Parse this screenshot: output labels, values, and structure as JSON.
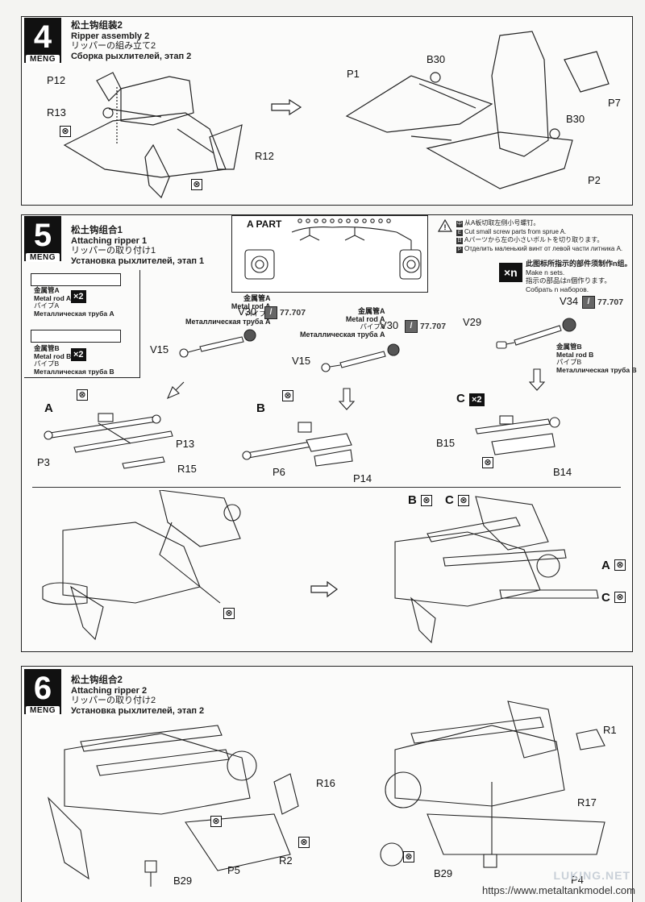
{
  "step4": {
    "number": "4",
    "brand": "MENG",
    "title_cn": "松土钩组装2",
    "title_en": "Ripper assembly 2",
    "title_jp": "リッパーの組み立て2",
    "title_ru": "Сборка рыхлителей, этап 2",
    "labels": [
      "P12",
      "R13",
      "R12",
      "B30",
      "P1",
      "P7",
      "B30",
      "P2"
    ]
  },
  "step5": {
    "number": "5",
    "brand": "MENG",
    "title_cn": "松土钩组合1",
    "title_en": "Attaching ripper 1",
    "title_jp": "リッパーの取り付け1",
    "title_ru": "Установка рыхлителей, этап 1",
    "apart_label": "A PART",
    "notice": [
      "从A板切取左侧小号螺钉。",
      "Cut small screw parts from sprue A.",
      "Aパーツから左の小さいボルトを切り取ります。",
      "Отделить маленький винт от левой части литника A."
    ],
    "make_n": {
      "badge": "×n",
      "lines": [
        "此图标所指示的部件须制作n组。",
        "Make n sets.",
        "指示の部品はn個作ります。",
        "Собрать n наборов."
      ]
    },
    "rod_a": {
      "cn": "金属管A",
      "en": "Metal rod A",
      "jp": "パイプA",
      "ru": "Металлическая труба A",
      "count": "×2"
    },
    "rod_b": {
      "cn": "金属管B",
      "en": "Metal rod B",
      "jp": "パイプB",
      "ru": "Металлическая труба B",
      "count": "×2"
    },
    "paint_code": "77.707",
    "labels": {
      "v30a": "V30",
      "v15a": "V15",
      "v30b": "V30",
      "v15b": "V15",
      "v34": "V34",
      "v29": "V29",
      "A": "A",
      "B": "B",
      "C": "C",
      "cx2": "×2",
      "p3": "P3",
      "p13": "P13",
      "r15": "R15",
      "p6": "P6",
      "p14": "P14",
      "b15": "B15",
      "b14": "B14",
      "attach_b": "B",
      "attach_c1": "C",
      "attach_a": "A",
      "attach_c2": "C"
    }
  },
  "step6": {
    "number": "6",
    "brand": "MENG",
    "title_cn": "松土钩组合2",
    "title_en": "Attaching ripper 2",
    "title_jp": "リッパーの取り付け2",
    "title_ru": "Установка рыхлителей, этап 2",
    "labels": [
      "R16",
      "R2",
      "P5",
      "B29",
      "R1",
      "R17",
      "B29",
      "P4"
    ]
  },
  "watermark": "LUKING.NET",
  "footer_url": "https://www.metaltankmodel.com"
}
